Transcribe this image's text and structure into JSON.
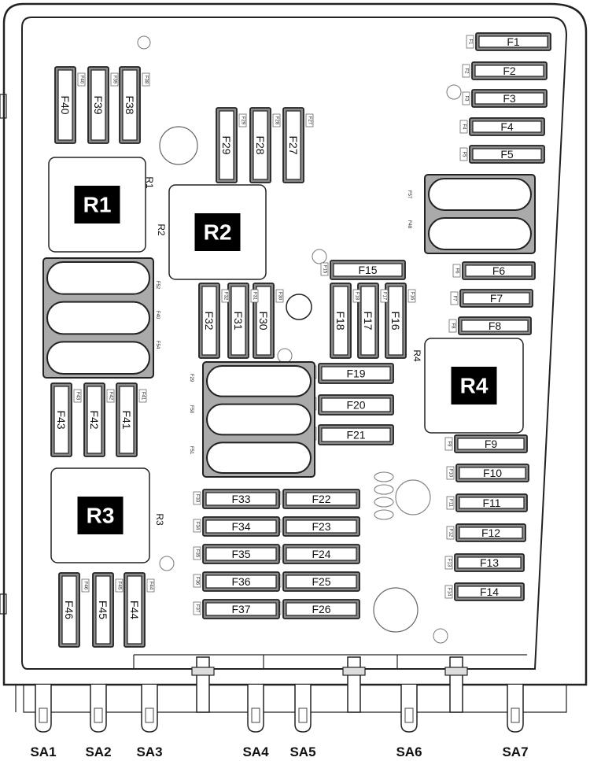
{
  "title": "Fuse box layout",
  "fuses": [
    "F1",
    "F2",
    "F3",
    "F4",
    "F5",
    "F6",
    "F7",
    "F8",
    "F9",
    "F10",
    "F11",
    "F12",
    "F13",
    "F14",
    "F15",
    "F16",
    "F17",
    "F18",
    "F19",
    "F20",
    "F21",
    "F22",
    "F23",
    "F24",
    "F25",
    "F26",
    "F27",
    "F28",
    "F29",
    "F30",
    "F31",
    "F32",
    "F33",
    "F34",
    "F35",
    "F36",
    "F37",
    "F38",
    "F39",
    "F40",
    "F41",
    "F42",
    "F43",
    "F44",
    "F45",
    "F46"
  ],
  "large_fuse_tags": [
    "F57",
    "F48",
    "F52",
    "F40",
    "F54",
    "F29",
    "F50",
    "F51"
  ],
  "relays": [
    "R1",
    "R2",
    "R3",
    "R4"
  ],
  "connectors": [
    "SA1",
    "SA2",
    "SA3",
    "SA4",
    "SA5",
    "SA6",
    "SA7"
  ],
  "colors": {
    "line": "#222222",
    "fuse_body": "#8a8a8a",
    "relay_label_bg": "#000000"
  }
}
